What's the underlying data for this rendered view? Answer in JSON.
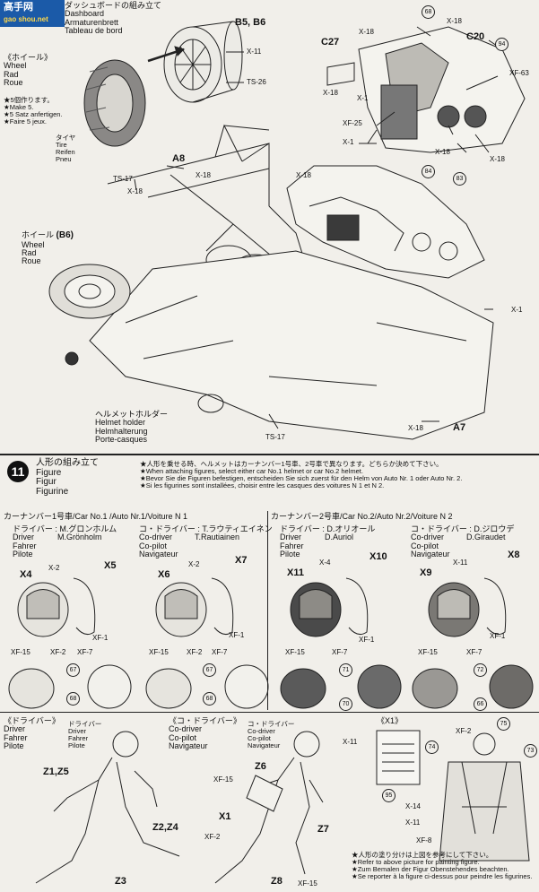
{
  "logo": {
    "main": "高手网",
    "sub": "gao shou.net"
  },
  "dashboard": {
    "title_lines": [
      "ダッシュボードの組み立て",
      "Dashboard",
      "Armaturenbrett",
      "Tableau de bord"
    ]
  },
  "wheel_top": {
    "jp": "《ホイール》",
    "en": "Wheel",
    "de": "Rad",
    "fr": "Roue",
    "make": [
      "★5個作ります。",
      "★Make 5.",
      "★5 Satz anfertigen.",
      "★Faire 5 jeux."
    ],
    "tire": [
      "タイヤ",
      "Tire",
      "Reifen",
      "Pneu"
    ]
  },
  "wheel_lower": {
    "jp": "ホイール",
    "part": "(B6)",
    "en": "Wheel",
    "de": "Rad",
    "fr": "Roue"
  },
  "helmet_holder": [
    "ヘルメットホルダー",
    "Helmet holder",
    "Helmhalterung",
    "Porte-casques"
  ],
  "top_parts": {
    "b5b6": "B5, B6",
    "x11": "X-11",
    "ts26": "TS-26",
    "a8": "A8",
    "x18_a": "X-18",
    "ts17_a": "TS-17",
    "x18_b": "X-18",
    "x18_c": "X-18",
    "c27": "C27",
    "c20": "C20",
    "x18_d": "X-18",
    "x18_e": "X-18",
    "xf63": "XF-63",
    "x1_a": "X-1",
    "xf25": "XF-25",
    "x1_b": "X-1",
    "x18_f": "X-18",
    "x18_g": "X-18",
    "x18_h": "X-18",
    "x1_c": "X-1",
    "x18_i": "X-18",
    "a7": "A7",
    "ts17_b": "TS-17",
    "n68": "68",
    "n94": "94",
    "n84": "84",
    "n83": "83"
  },
  "step11": {
    "number": "11",
    "title": [
      "人形の組み立て",
      "Figure",
      "Figur",
      "Figurine"
    ],
    "notes": [
      "★人形を乗せる時、ヘルメットはカーナンバー1号車、2号車で異なります。どちらか決めて下さい。",
      "★When attaching figures, select either car No.1 helmet or car No.2 helmet.",
      "★Bevor Sie die Figuren befestigen, entscheiden Sie sich zuerst für den Helm von Auto Nr. 1 oder Auto Nr. 2.",
      "★Si les figurines sont installées, choisir entre les casques des voitures N 1 et N 2."
    ]
  },
  "car1": {
    "header": "カーナンバー1号車/Car No.1 /Auto Nr.1/Voiture N 1",
    "driver_jp": "ドライバー : M.グロンホルム",
    "driver_en": "Driver",
    "driver_de": "Fahrer",
    "driver_fr": "Pilote",
    "driver_name": "M.Grönholm",
    "codriver_jp": "コ・ドライバー : T.ラウティエイネン",
    "codriver_en": "Co-driver",
    "codriver_de": "Co-pilot",
    "codriver_fr": "Navigateur",
    "codriver_name": "T.Rautiainen"
  },
  "car2": {
    "header": "カーナンバー2号車/Car No.2/Auto Nr.2/Voiture N 2",
    "driver_jp": "ドライバー : D.オリオール",
    "driver_en": "Driver",
    "driver_de": "Fahrer",
    "driver_fr": "Pilote",
    "driver_name": "D.Auriol",
    "codriver_jp": "コ・ドライバー : D.ジロウデ",
    "codriver_en": "Co-driver",
    "codriver_de": "Co-pilot",
    "codriver_fr": "Navigateur",
    "codriver_name": "D.Giraudet"
  },
  "helmets": {
    "h1": {
      "main": "X4",
      "visor": "X5",
      "x2": "X-2",
      "xf1": "XF-1",
      "xf15": "XF-15",
      "xf2": "XF-2",
      "xf7": "XF-7",
      "c1": "67",
      "c2": "68"
    },
    "h2": {
      "main": "X6",
      "visor": "X7",
      "x2": "X-2",
      "xf1": "XF-1",
      "xf15": "XF-15",
      "xf2": "XF-2",
      "xf7": "XF-7",
      "c1": "67",
      "c2": "68"
    },
    "h3": {
      "main": "X11",
      "visor": "X10",
      "x4": "X-4",
      "xf1": "XF-1",
      "xf15": "XF-15",
      "xf7": "XF-7",
      "c1": "71",
      "c2": "70"
    },
    "h4": {
      "main": "X9",
      "visor": "X8",
      "x11": "X-11",
      "xf1": "XF-1",
      "xf15": "XF-15",
      "xf7": "XF-7",
      "c1": "72",
      "c2": "66"
    }
  },
  "bottom": {
    "driver_title": "《ドライバー》",
    "driver_en": "Driver",
    "driver_de": "Fahrer",
    "driver_fr": "Pilote",
    "driver_small": [
      "ドライバー",
      "Driver",
      "Fahrer",
      "Pilote"
    ],
    "codriver_title": "《コ・ドライバー》",
    "codriver_en": "Co-driver",
    "codriver_de": "Co-pilot",
    "codriver_fr": "Navigateur",
    "codriver_small": [
      "コ・ドライバー",
      "Co-driver",
      "Co-pilot",
      "Navigateur"
    ],
    "x1_title": "《X1》",
    "z1z5": "Z1,Z5",
    "z2z4": "Z2,Z4",
    "z3": "Z3",
    "z6": "Z6",
    "z8": "Z8",
    "z7": "Z7",
    "x1": "X1",
    "xf15_a": "XF-15",
    "xf2_a": "XF-2",
    "xf15_b": "XF-15",
    "x11_a": "X-11",
    "xf2_b": "XF-2",
    "x14": "X-14",
    "x11_b": "X-11",
    "xf8": "XF-8",
    "c95": "95",
    "c74": "74",
    "c75": "75",
    "c73": "73",
    "paint_note": [
      "★人形の塗り分けは上図を参考にして下さい。",
      "★Refer to above picture for painting figure.",
      "★Zum Bemalen der Figur Obenstehendes beachten.",
      "★Se reporter à la figure ci-dessus pour peindre les figurines."
    ]
  }
}
